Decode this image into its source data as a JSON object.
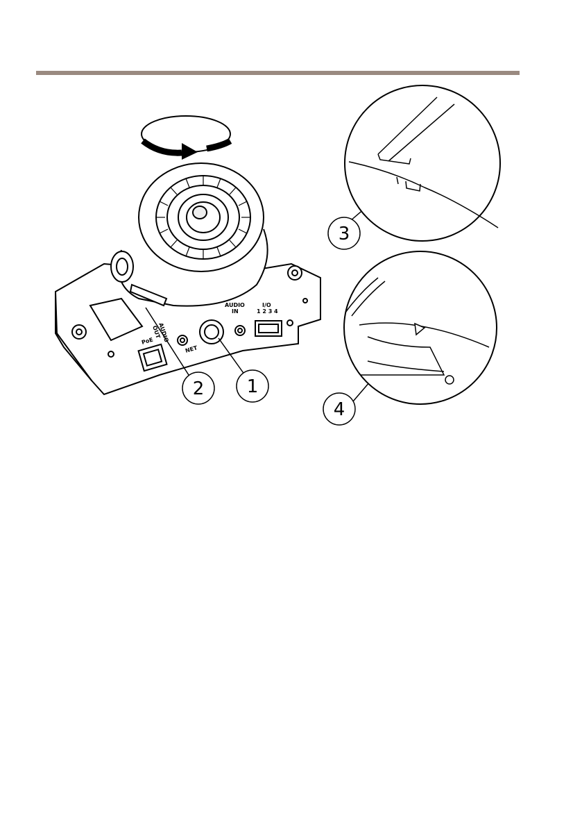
{
  "header": {
    "rule_color": "#9a8a80"
  },
  "figure": {
    "callouts": [
      {
        "id": "1",
        "label": "1"
      },
      {
        "id": "2",
        "label": "2"
      },
      {
        "id": "3",
        "label": "3"
      },
      {
        "id": "4",
        "label": "4"
      }
    ],
    "port_labels": {
      "audio_in_1": "AUDIO",
      "audio_in_2": "IN",
      "audio_out_1": "AUDIO",
      "audio_out_2": "OUT",
      "io_1": "I/O",
      "io_2": "1 2 3 4",
      "poe": "PoE",
      "network": "NET"
    }
  }
}
